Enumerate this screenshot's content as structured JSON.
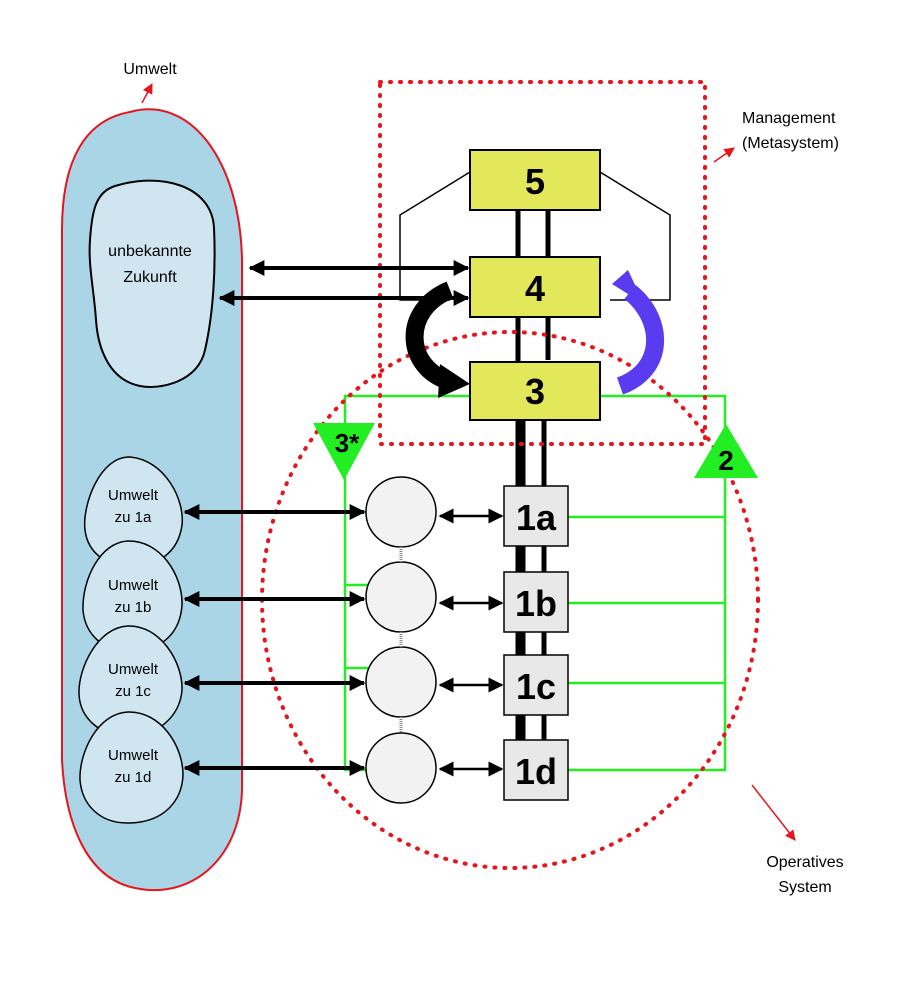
{
  "labels": {
    "environment": "Umwelt",
    "management_line1": "Management",
    "management_line2": "(Metasystem)",
    "operations_line1": "Operatives",
    "operations_line2": "System",
    "future_line1": "unbekannte",
    "future_line2": "Zukunft"
  },
  "systems": {
    "s5": "5",
    "s4": "4",
    "s3": "3",
    "s3star": "3*",
    "s2": "2"
  },
  "units": [
    {
      "label": "1a",
      "env_line1": "Umwelt",
      "env_line2": "zu 1a"
    },
    {
      "label": "1b",
      "env_line1": "Umwelt",
      "env_line2": "zu 1b"
    },
    {
      "label": "1c",
      "env_line1": "Umwelt",
      "env_line2": "zu 1c"
    },
    {
      "label": "1d",
      "env_line1": "Umwelt",
      "env_line2": "zu 1d"
    }
  ],
  "colors": {
    "environment_fill": "#a9d5e6",
    "blob_fill": "#cfe6f0",
    "system_box": "#e3e85a",
    "unit_box": "#e8e8e8",
    "green": "#22ee22",
    "red": "#e8141c",
    "purple": "#5a3cf0",
    "black": "#000000"
  }
}
